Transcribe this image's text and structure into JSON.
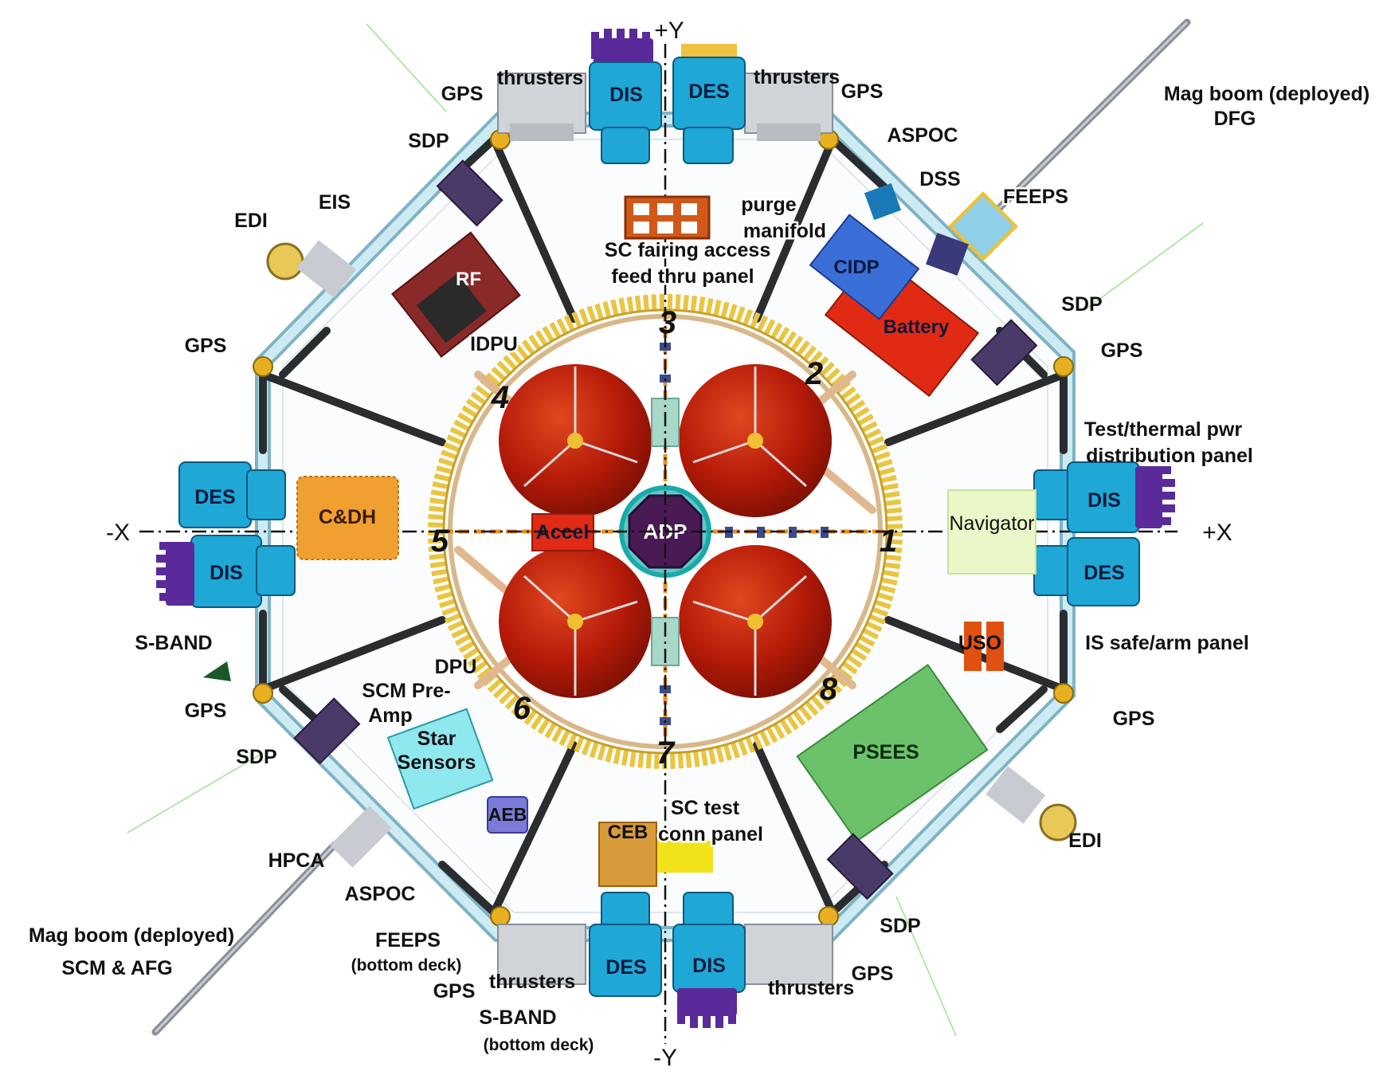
{
  "axes": {
    "plus_y": "+Y",
    "minus_y": "-Y",
    "plus_x": "+X",
    "minus_x": "-X"
  },
  "numbers": [
    "1",
    "2",
    "3",
    "4",
    "5",
    "6",
    "7",
    "8"
  ],
  "labels": {
    "thrusters_top_left": "thrusters",
    "thrusters_top_right": "thrusters",
    "thrusters_bottom_left": "thrusters",
    "thrusters_bottom_right": "thrusters",
    "gps_top_left": "GPS",
    "gps_top_right": "GPS",
    "gps_left_upper": "GPS",
    "gps_right_upper": "GPS",
    "gps_left_lower": "GPS",
    "gps_right_lower": "GPS",
    "gps_bottom_left": "GPS",
    "gps_bottom_right": "GPS",
    "sdp_top_left": "SDP",
    "sdp_right_upper": "SDP",
    "sdp_left_lower": "SDP",
    "sdp_bottom_right": "SDP",
    "mag_boom_top_1": "Mag boom (deployed)",
    "mag_boom_top_2": "DFG",
    "mag_boom_bottom_1": "Mag boom (deployed)",
    "mag_boom_bottom_2": "SCM & AFG",
    "aspoc_top": "ASPOC",
    "aspoc_bottom": "ASPOC",
    "dss": "DSS",
    "feeps_top": "FEEPS",
    "feeps_bottom_1": "FEEPS",
    "feeps_bottom_2": "(bottom deck)",
    "eis": "EIS",
    "edi_top": "EDI",
    "edi_bottom": "EDI",
    "purge_1": "purge",
    "purge_2": "manifold",
    "sc_fairing_1": "SC fairing access",
    "sc_fairing_2": "feed thru panel",
    "idpu": "IDPU",
    "test_thermal_1": "Test/thermal pwr",
    "test_thermal_2": "distribution panel",
    "navigator": "Navigator",
    "uso": "USO",
    "is_safe": "IS safe/arm panel",
    "s_band_left": "S-BAND",
    "dpu": "DPU",
    "scm_preamp_1": "SCM Pre-",
    "scm_preamp_2": "Amp",
    "sc_test_1": "SC test",
    "sc_test_2": "conn panel",
    "hpca": "HPCA",
    "s_band_bottom_1": "S-BAND",
    "s_band_bottom_2": "(bottom deck)"
  },
  "boxes": {
    "dis_top": "DIS",
    "des_top": "DES",
    "des_left": "DES",
    "dis_left": "DIS",
    "dis_right": "DIS",
    "des_right": "DES",
    "des_bottom": "DES",
    "dis_bottom": "DIS",
    "rf": "RF",
    "cidp": "CIDP",
    "battery": "Battery",
    "cdh": "C&DH",
    "accel": "Accel",
    "adp": "ADP",
    "psees": "PSEES",
    "star_1": "Star",
    "star_2": "Sensors",
    "aeb": "AEB",
    "ceb": "CEB"
  },
  "colors": {
    "panel_blue": "#1fa7d6",
    "frame": "#bfe3ee",
    "ring": "#e8c64a",
    "tank": "#b81a08",
    "adp": "#4a1a55",
    "adp_ring": "#1aa9a8",
    "battery": "#e02a14",
    "cidp": "#3a6fd8",
    "cdh": "#f0a030",
    "psees": "#6cc26a",
    "rf": "#8a2a28",
    "aeb": "#7a7ad8",
    "ceb": "#d99a3a",
    "navigator": "#eaf7c8",
    "star": "#8fe8ee"
  }
}
